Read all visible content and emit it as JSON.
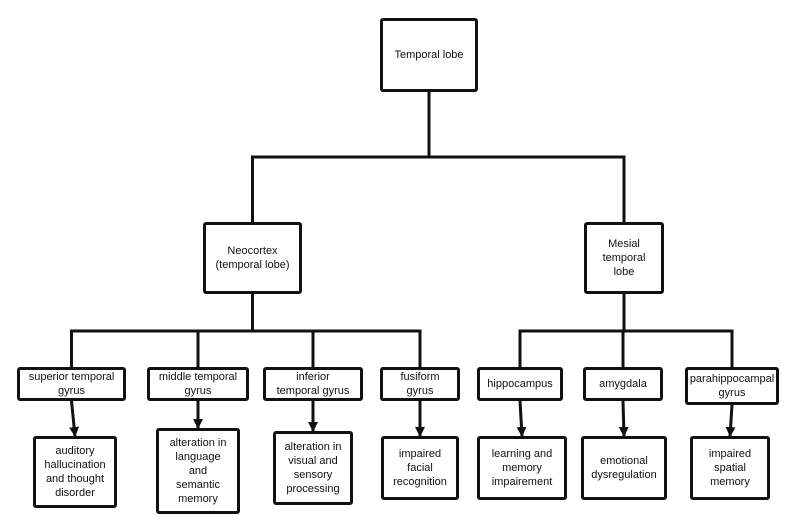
{
  "colors": {
    "line": "#111111",
    "box_fill": "#ffffff",
    "text": "#111111"
  },
  "nodes": {
    "root": "Temporal lobe",
    "neocortex": "Neocortex\n(temporal lobe)",
    "mesial": "Mesial\ntemporal\nlobe",
    "superior_temporal_gyrus": "superior temporal\ngyrus",
    "middle_temporal_gyrus": "middle temporal\ngyrus",
    "inferior_temporal_gyrus": "inferior\ntemporal gyrus",
    "fusiform_gyrus": "fusiform\ngyrus",
    "hippocampus": "hippocampus",
    "amygdala": "amygdala",
    "parahippocampal_gyrus": "parahippocampal\ngyrus",
    "auditory_hallucination": "auditory\nhallucination\nand thought\ndisorder",
    "language_alteration": "alteration in\nlanguage\nand\nsemantic\nmemory",
    "visual_alteration": "alteration in\nvisual and\nsensory\nprocessing",
    "facial_recognition": "impaired\nfacial\nrecognition",
    "learning_memory": "learning and\nmemory\nimpairement",
    "emotional_dysregulation": "emotional\ndysregulation",
    "spatial_memory": "impaired\nspatial\nmemory"
  },
  "edges": [
    [
      "root",
      "neocortex"
    ],
    [
      "root",
      "mesial"
    ],
    [
      "neocortex",
      "superior_temporal_gyrus"
    ],
    [
      "neocortex",
      "middle_temporal_gyrus"
    ],
    [
      "neocortex",
      "inferior_temporal_gyrus"
    ],
    [
      "neocortex",
      "fusiform_gyrus"
    ],
    [
      "mesial",
      "hippocampus"
    ],
    [
      "mesial",
      "amygdala"
    ],
    [
      "mesial",
      "parahippocampal_gyrus"
    ],
    [
      "superior_temporal_gyrus",
      "auditory_hallucination"
    ],
    [
      "middle_temporal_gyrus",
      "language_alteration"
    ],
    [
      "inferior_temporal_gyrus",
      "visual_alteration"
    ],
    [
      "fusiform_gyrus",
      "facial_recognition"
    ],
    [
      "hippocampus",
      "learning_memory"
    ],
    [
      "amygdala",
      "emotional_dysregulation"
    ],
    [
      "parahippocampal_gyrus",
      "spatial_memory"
    ]
  ]
}
